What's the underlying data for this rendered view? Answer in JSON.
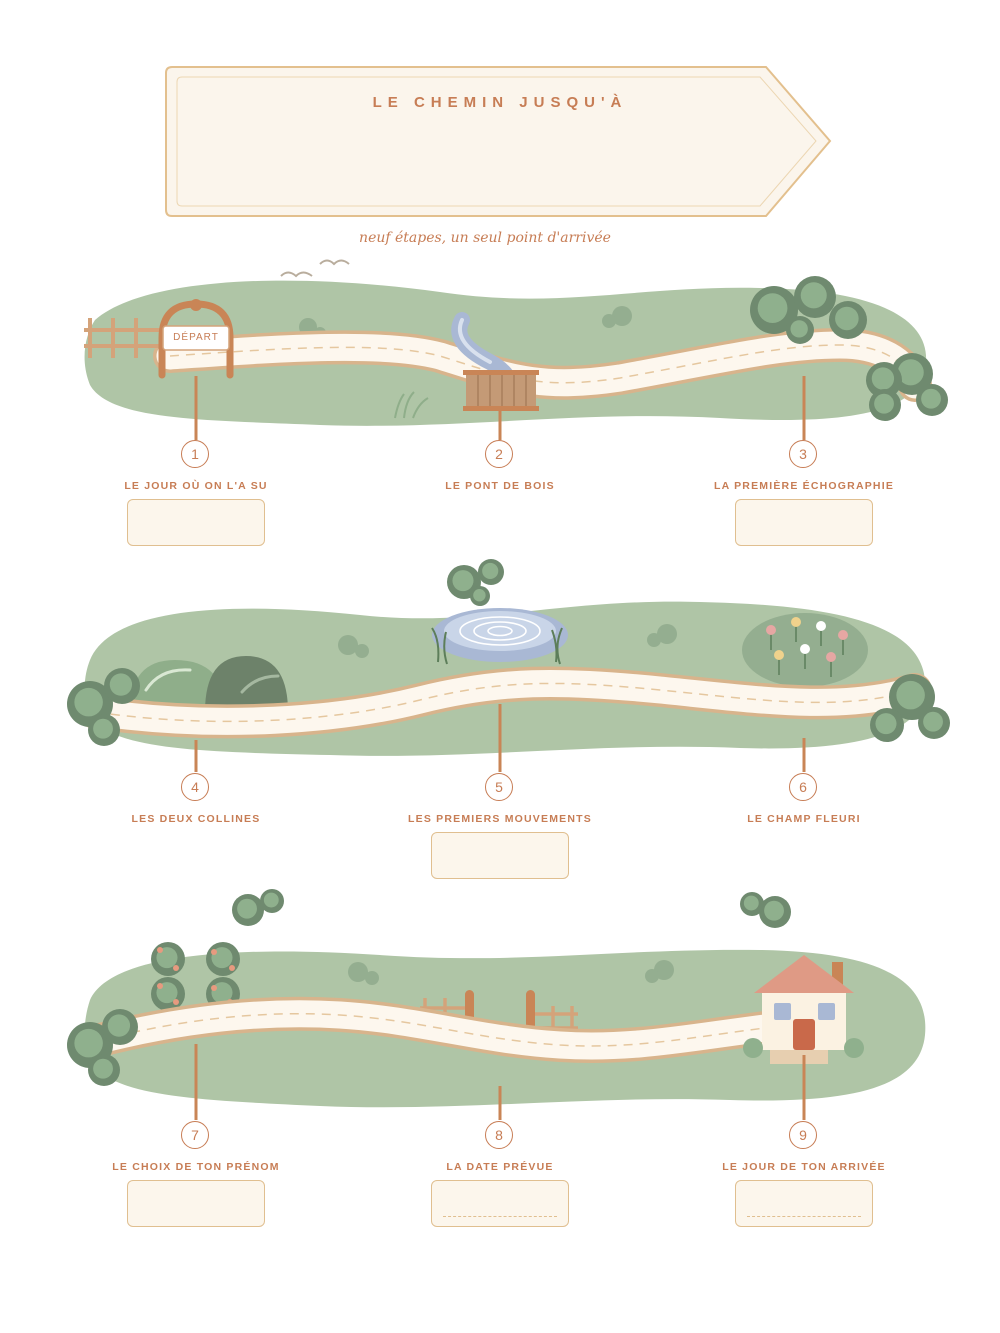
{
  "header": {
    "title": "LE CHEMIN JUSQU'À",
    "subtitle": "neuf étapes, un seul point d'arrivée",
    "start_label": "DÉPART"
  },
  "steps": [
    {
      "number": "1",
      "label": "LE JOUR OÙ ON L'A SU"
    },
    {
      "number": "2",
      "label": "LE PONT DE BOIS"
    },
    {
      "number": "3",
      "label": "LA PREMIÈRE ÉCHOGRAPHIE"
    },
    {
      "number": "4",
      "label": "LES DEUX COLLINES"
    },
    {
      "number": "5",
      "label": "LES PREMIERS MOUVEMENTS"
    },
    {
      "number": "6",
      "label": "LE CHAMP FLEURI"
    },
    {
      "number": "7",
      "label": "LE CHOIX DE TON PRÉNOM"
    },
    {
      "number": "8",
      "label": "LA DATE PRÉVUE"
    },
    {
      "number": "9",
      "label": "LE JOUR DE TON ARRIVÉE"
    }
  ],
  "colors": {
    "accent": "#c77d55",
    "box_border": "#e0bf90",
    "box_fill": "#fcf6ec",
    "meadow": "#afc5a6",
    "tree": "#6f8a6f",
    "road": "#fdf7ee"
  }
}
